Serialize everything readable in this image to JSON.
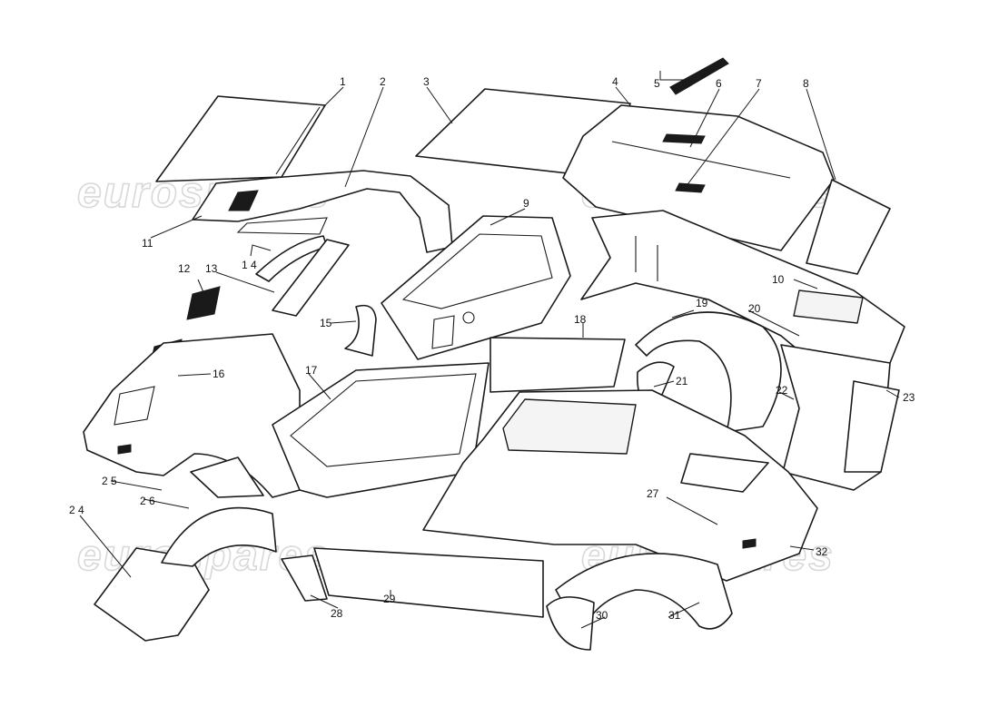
{
  "watermarks": [
    "eurospares",
    "eurospares",
    "eurospares",
    "eurospares"
  ],
  "callouts": [
    "1",
    "2",
    "3",
    "4",
    "5",
    "6",
    "7",
    "8",
    "9",
    "10",
    "11",
    "12",
    "13",
    "1 4",
    "15",
    "16",
    "17",
    "18",
    "19",
    "20",
    "21",
    "22",
    "23",
    "2 4",
    "2 5",
    "2 6",
    "27",
    "28",
    "29",
    "30",
    "31",
    "32"
  ]
}
